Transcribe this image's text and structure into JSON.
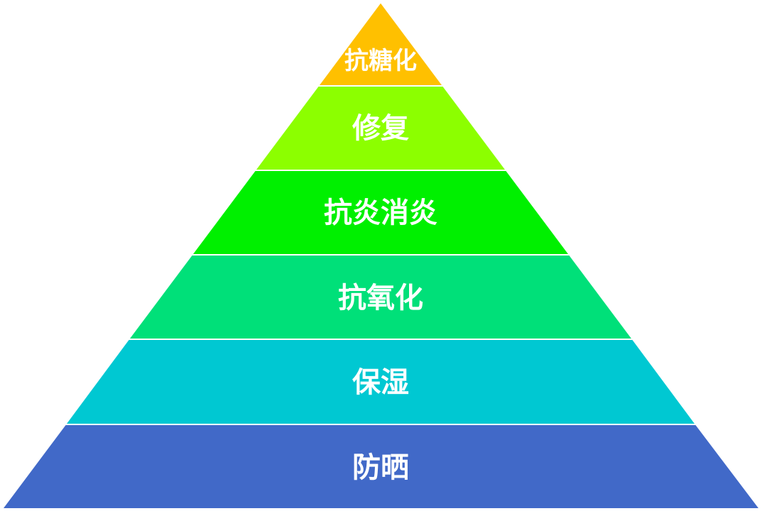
{
  "pyramid": {
    "tiers": [
      {
        "label": "抗糖化",
        "color": "#FFC000"
      },
      {
        "label": "修复",
        "color": "#8CFF00"
      },
      {
        "label": "抗炎消炎",
        "color": "#00F000"
      },
      {
        "label": "抗氧化",
        "color": "#00E079"
      },
      {
        "label": "保湿",
        "color": "#00C8D2"
      },
      {
        "label": "防晒",
        "color": "#4169C8"
      }
    ]
  }
}
